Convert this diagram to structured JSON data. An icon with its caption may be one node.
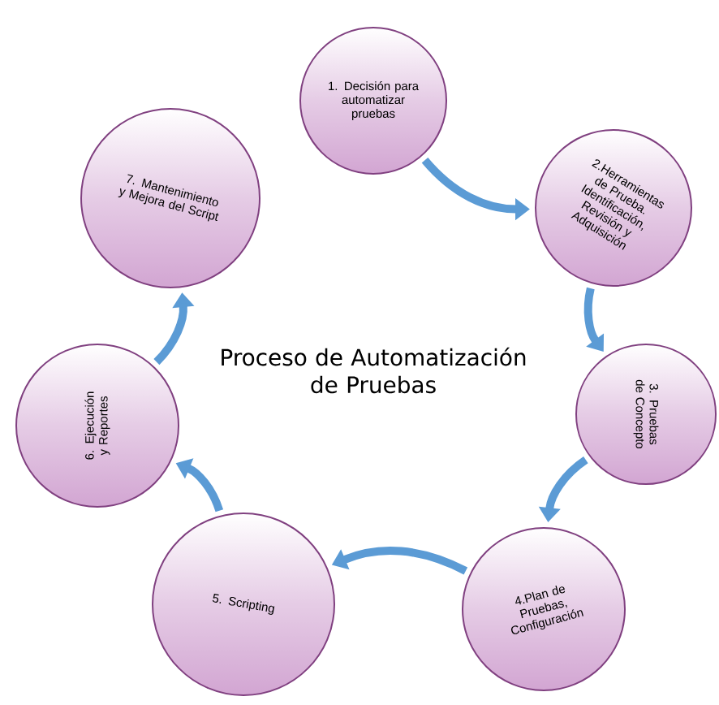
{
  "diagram": {
    "title": "Proceso de Automatización de Pruebas",
    "nodes": [
      {
        "text": [
          "1. Decisión para automatizar pruebas"
        ]
      },
      {
        "text": [
          "2.Herramientas de Prueba. Identificación, Revisión y Adquisición"
        ]
      },
      {
        "text": [
          "3. Pruebas de Concepto"
        ]
      },
      {
        "text": [
          "4.Plan de Pruebas, Configuración"
        ]
      },
      {
        "text": [
          "5. Scripting"
        ]
      },
      {
        "text": [
          "6. Ejecución y Reportes"
        ]
      },
      {
        "text": [
          "7. Mantenimiento y Mejora del Script"
        ]
      }
    ],
    "edges": [
      {
        "from": 0,
        "to": 1,
        "arrow": "to"
      },
      {
        "from": 1,
        "to": 2,
        "arrow": "to"
      },
      {
        "from": 2,
        "to": 3,
        "arrow": "to"
      },
      {
        "from": 3,
        "to": 4,
        "arrow": "to"
      },
      {
        "from": 4,
        "to": 5,
        "arrow": "to"
      },
      {
        "from": 5,
        "to": 6,
        "arrow": "to"
      }
    ]
  }
}
